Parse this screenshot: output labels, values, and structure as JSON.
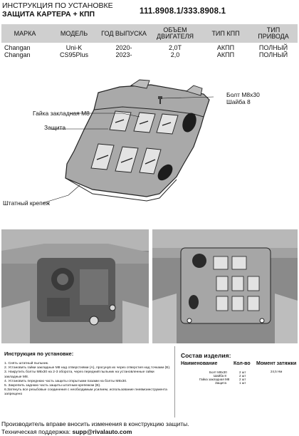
{
  "header": {
    "line1": "ИНСТРУКЦИЯ ПО УСТАНОВКЕ",
    "line2": "ЗАЩИТА КАРТЕРА + КПП",
    "code": "111.8908.1/333.8908.1"
  },
  "spec_table": {
    "headers": [
      "МАРКА",
      "МОДЕЛЬ",
      "ГОД ВЫПУСКА",
      "ОБЪЕМ ДВИГАТЕЛЯ",
      "ТИП КПП",
      "ТИП ПРИВОДА"
    ],
    "rows": [
      [
        "Changan",
        "Uni-K",
        "2020-",
        "2,0T",
        "АКПП",
        "ПОЛНЫЙ"
      ],
      [
        "Changan",
        "CS95Plus",
        "2023-",
        "2,0",
        "АКПП",
        "ПОЛНЫЙ"
      ]
    ]
  },
  "diagram": {
    "callout_bolt": "Болт М8х30",
    "callout_washer": "Шайба 8",
    "callout_nut": "Гайка закладная М8",
    "callout_guard": "Защита",
    "callout_mount": "Штатный крепеж"
  },
  "instructions": {
    "title": "Инструкция по установке:",
    "steps": [
      "1. Снять штатный пыльник.",
      "2. Установить гайки закладные М8 над отверстиями (A), просунув их через отверстия над точками (B).",
      "3. Накрутить болты М8х30 на 2-3 оборота, через передний пыльник на установленные гайки закладные М8.",
      "4. Установить переднюю часть защиты открытыми пазами на болты М8х30.",
      "5. Закрепить заднюю часть защиты штатным крепежом (B).",
      "6.Затянуть все резьбовые соединения с необходимым усилием, использование пневмоинструмента запрещено"
    ]
  },
  "kit": {
    "title": "Состав изделия:",
    "col_name": "Наименование",
    "col_qty": "Кол-во",
    "col_torque": "Момент затяжки",
    "rows": [
      {
        "name": "Болт М8х30",
        "qty": "2 шт",
        "torque": "24,5 Нм"
      },
      {
        "name": "Шайба 8",
        "qty": "2 шт",
        "torque": ""
      },
      {
        "name": "Гайка закладная М8",
        "qty": "2 шт",
        "torque": ""
      },
      {
        "name": "Защита",
        "qty": "1 шт",
        "torque": ""
      }
    ]
  },
  "footer": {
    "line1": "Производитель вправе вносить изменения в конструкцию защиты.",
    "support_label": "Техническая поддержка: ",
    "support_email": "supp@rivalauto.com"
  },
  "colors": {
    "table_header": "#cfcfcf",
    "plate_fill": "#a9a9a9",
    "photo_bg": "#8a8a8a"
  }
}
